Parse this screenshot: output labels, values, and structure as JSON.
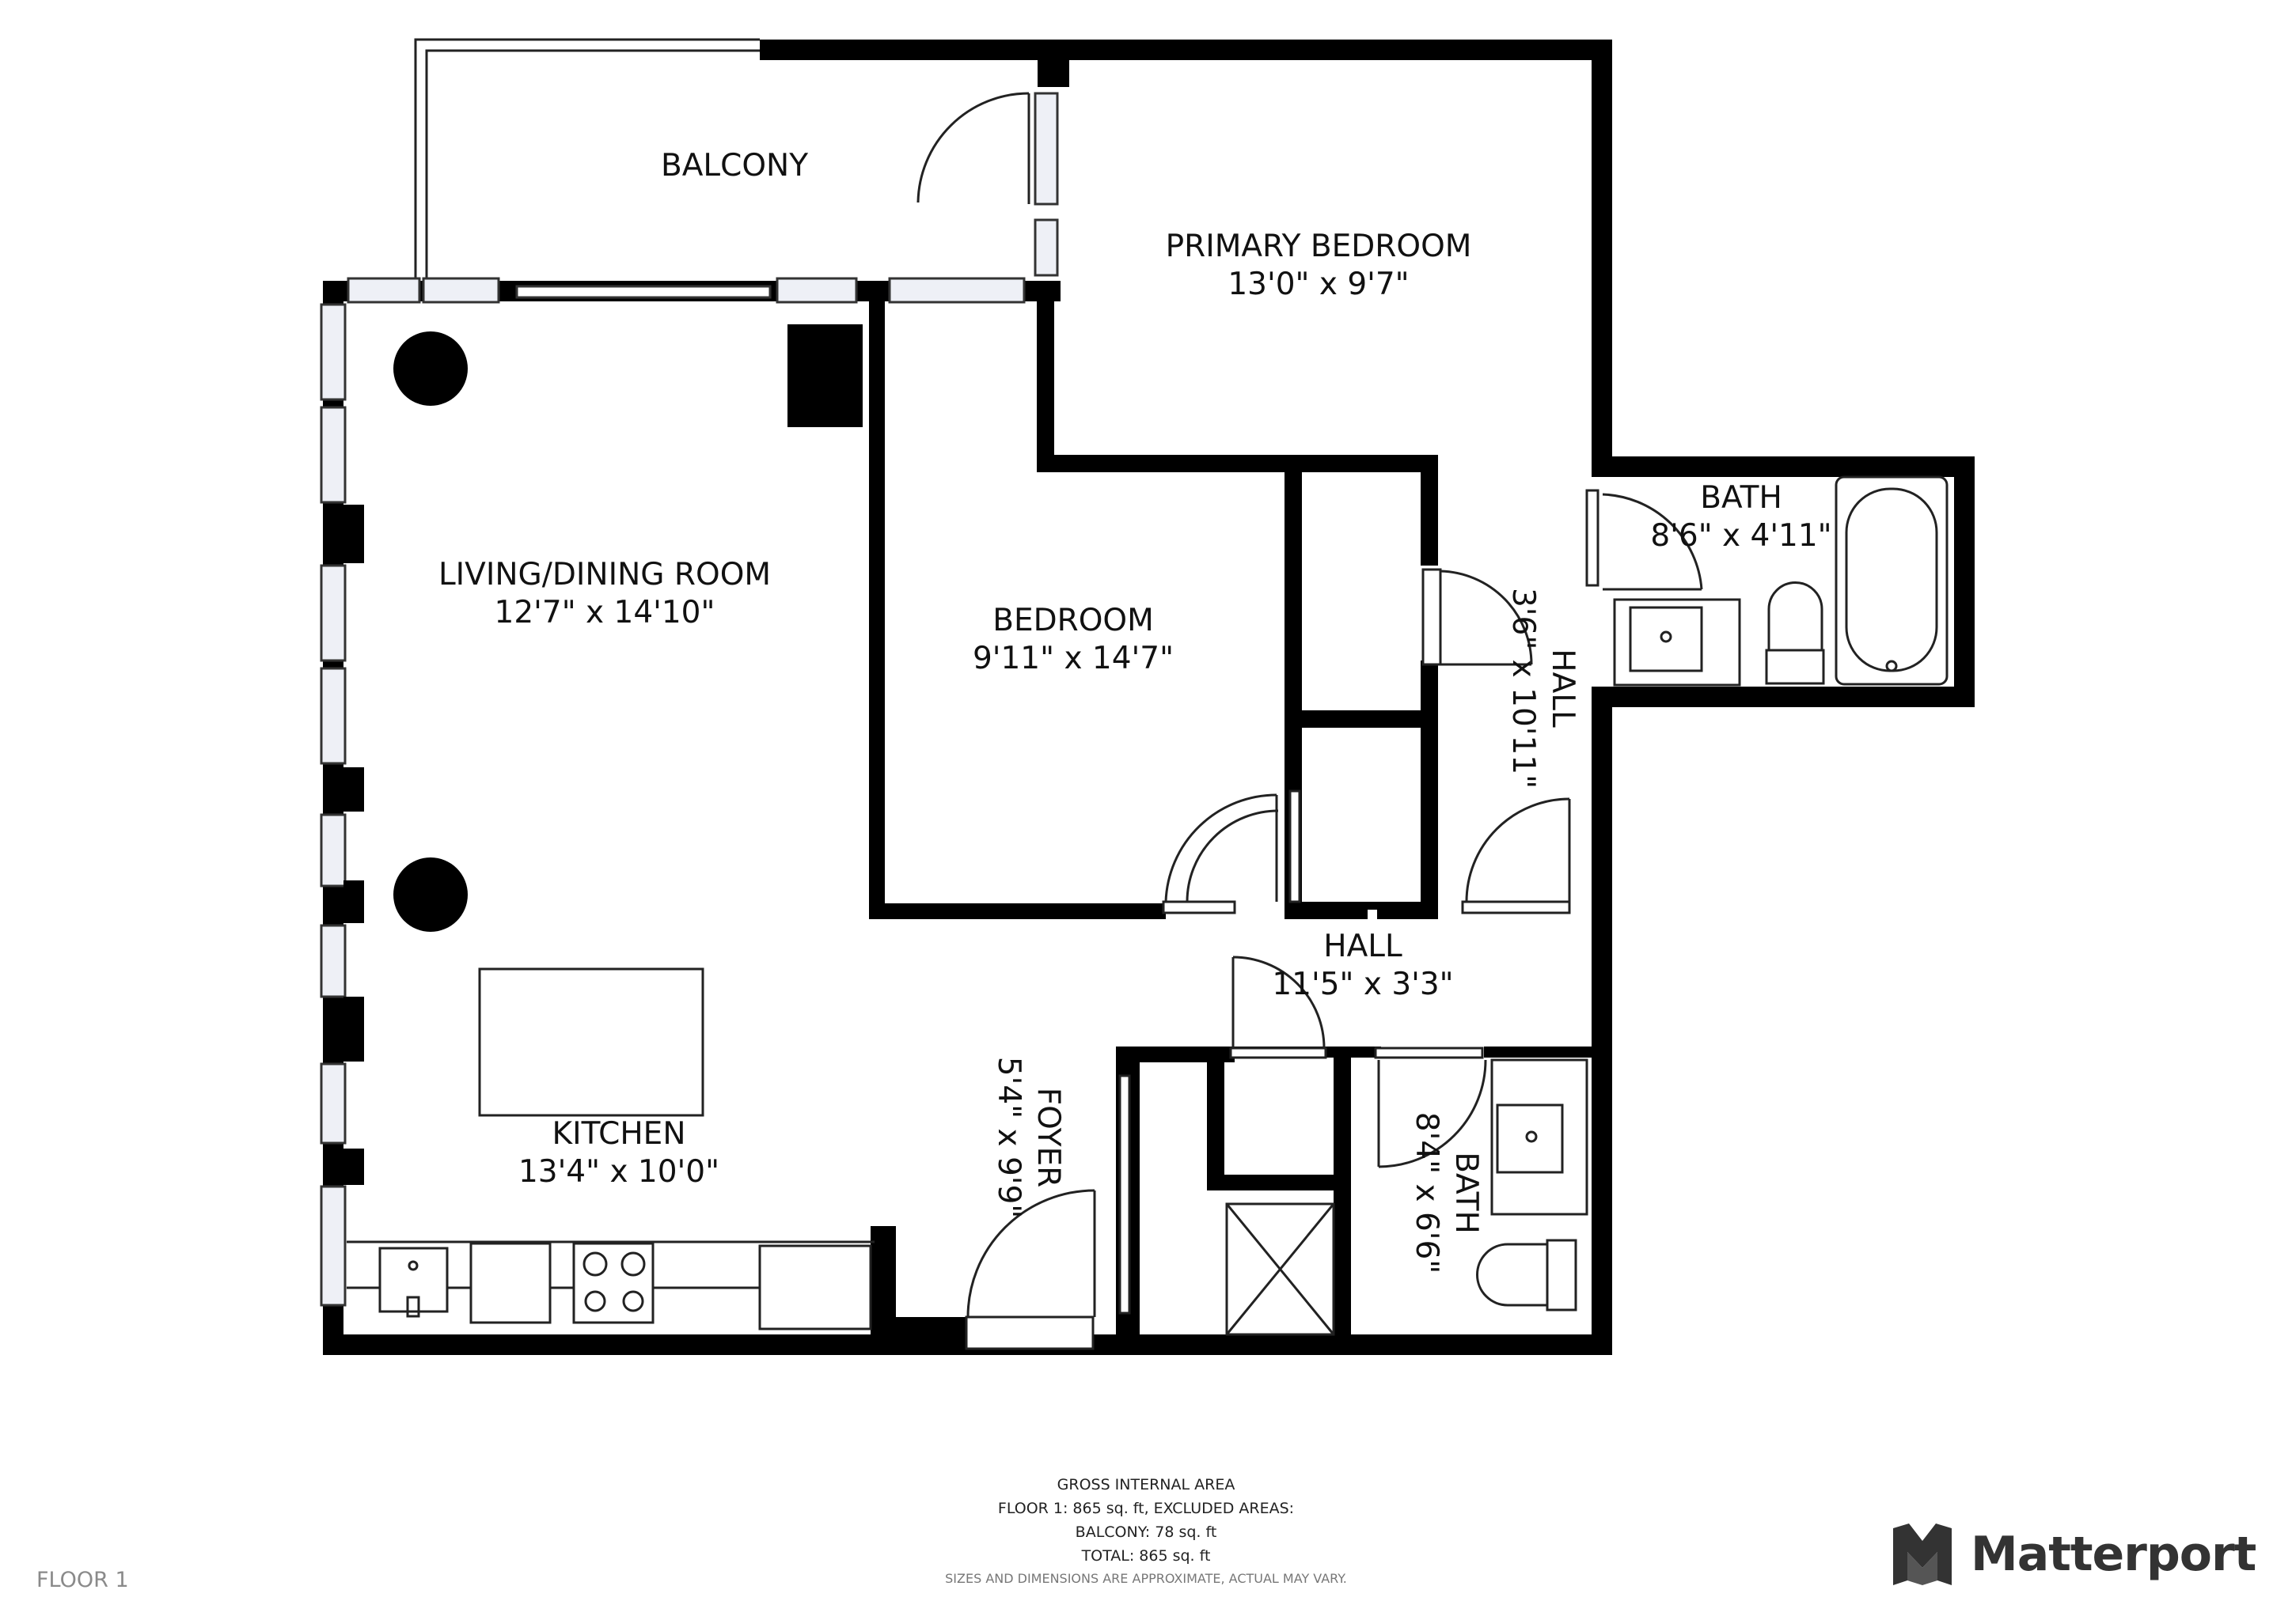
{
  "rooms": {
    "balcony": {
      "name": "BALCONY"
    },
    "primary_bedroom": {
      "name": "PRIMARY BEDROOM",
      "dims": "13'0\" x 9'7\""
    },
    "bath_primary": {
      "name": "BATH",
      "dims": "8'6\" x 4'11\""
    },
    "living_dining": {
      "name": "LIVING/DINING ROOM",
      "dims": "12'7\" x 14'10\""
    },
    "bedroom": {
      "name": "BEDROOM",
      "dims": "9'11\" x 14'7\""
    },
    "hall_vertical": {
      "name": "HALL",
      "dims": "3'6\" x 10'11\""
    },
    "hall_main": {
      "name": "HALL",
      "dims": "11'5\" x 3'3\""
    },
    "kitchen": {
      "name": "KITCHEN",
      "dims": "13'4\" x 10'0\""
    },
    "foyer": {
      "name": "FOYER",
      "dims": "5'4\" x 9'9\""
    },
    "bath_secondary": {
      "name": "BATH",
      "dims": "8'4\" x 6'6\""
    }
  },
  "footer": {
    "title": "GROSS INTERNAL AREA",
    "floor_line": "FLOOR 1: 865 sq. ft, EXCLUDED AREAS:",
    "balcony_line": "BALCONY: 78 sq. ft",
    "total_line": "TOTAL: 865 sq. ft",
    "disclaimer": "SIZES AND DIMENSIONS ARE APPROXIMATE, ACTUAL MAY VARY."
  },
  "floor_label": "FLOOR 1",
  "brand": {
    "name": "Matterport",
    "icon": "matterport-logo-icon",
    "color": "#333333"
  },
  "colors": {
    "wall": "#000000",
    "background": "#ffffff",
    "window": "#e8e8f0"
  }
}
